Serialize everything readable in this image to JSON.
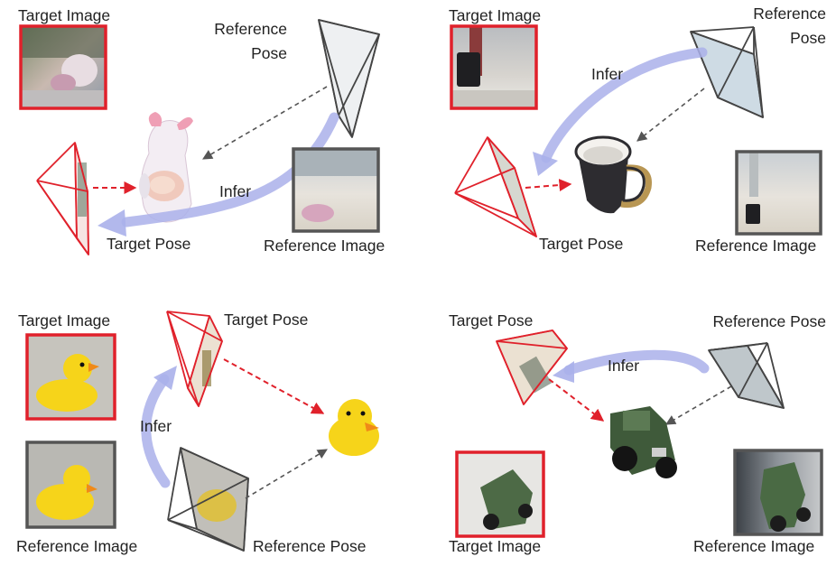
{
  "panels": {
    "top_left": {
      "target_image": "Target Image",
      "reference_pose_line1": "Reference",
      "reference_pose_line2": "Pose",
      "infer": "Infer",
      "target_pose": "Target Pose",
      "reference_image": "Reference Image"
    },
    "top_right": {
      "target_image": "Target Image",
      "reference_pose_line1": "Reference",
      "reference_pose_line2": "Pose",
      "infer": "Infer",
      "target_pose": "Target Pose",
      "reference_image": "Reference Image"
    },
    "bottom_left": {
      "target_image": "Target Image",
      "target_pose": "Target Pose",
      "infer": "Infer",
      "reference_image": "Reference Image",
      "reference_pose": "Reference Pose"
    },
    "bottom_right": {
      "target_pose": "Target Pose",
      "reference_pose": "Reference Pose",
      "infer": "Infer",
      "target_image": "Target Image",
      "reference_image": "Reference Image"
    }
  },
  "colors": {
    "target": "#e0212b",
    "reference": "#555555",
    "infer_arrow": "#aab0ea",
    "dashed_reference": "#555555",
    "dashed_target": "#e0212b"
  },
  "icons": {
    "target_camera": "red-camera-frustum-icon",
    "reference_camera": "gray-camera-frustum-icon",
    "objects": [
      "toy-scooter",
      "coffee-mug",
      "rubber-duck",
      "toy-tractor"
    ]
  }
}
